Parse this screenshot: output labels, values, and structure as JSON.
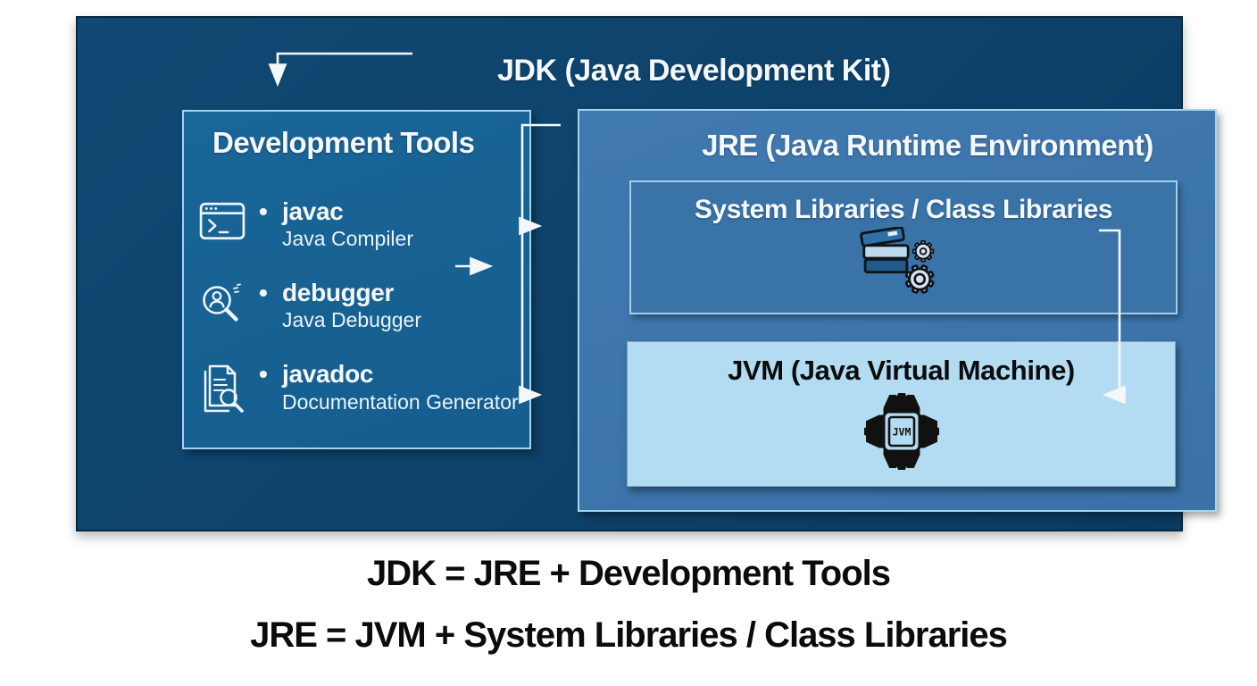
{
  "diagram": {
    "jdk_label": "JDK (Java Development Kit)",
    "dev_tools": {
      "title": "Development Tools",
      "bullet": "•",
      "items": [
        {
          "name": "javac",
          "desc": "Java Compiler",
          "icon": "terminal-window-icon"
        },
        {
          "name": "debugger",
          "desc": "Java Debugger",
          "icon": "search-person-icon"
        },
        {
          "name": "javadoc",
          "desc": "Documentation Generator",
          "icon": "document-search-icon"
        }
      ]
    },
    "jre": {
      "title": "JRE (Java Runtime Environment)",
      "system_libraries": {
        "title": "System Libraries / Class Libraries",
        "icon": "books-gears-icon"
      },
      "jvm": {
        "title": "JVM (Java Virtual Machine)",
        "chip_label": "JVM",
        "icon": "cpu-chip-icon"
      }
    }
  },
  "summary": {
    "line1": "JDK = JRE + Development Tools",
    "line2": "JRE = JVM + System Libraries / Class Libraries"
  },
  "colors": {
    "outer_box": "#0d4169",
    "dev_tools_box": "#176294",
    "jre_box": "#3d77ad",
    "system_libraries_box": "#3973a8",
    "jvm_box": "#b3dcf3",
    "border_light": "#a6d3ee",
    "text_light": "#f4f8fb",
    "text_dark": "#0c0c0c",
    "arrow": "#f5f8fa"
  }
}
